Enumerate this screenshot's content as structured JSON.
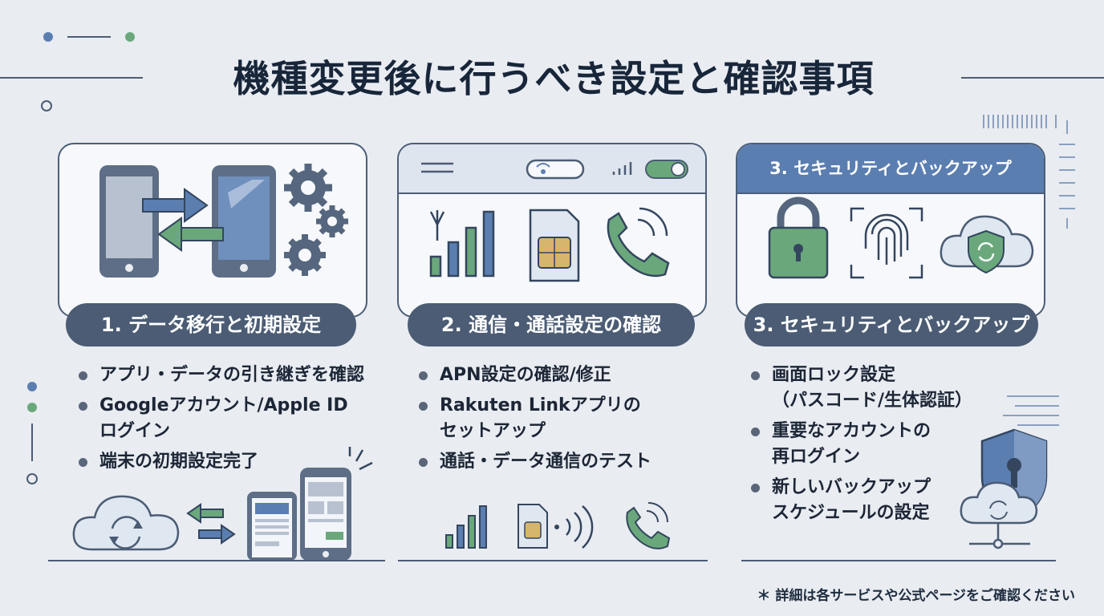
{
  "title": "機種変更後に行うべき設定と確認事項",
  "sections": [
    {
      "pill_label": "1. データ移行と初期設定",
      "bullets": [
        {
          "lines": [
            "アプリ・データの引き継ぎを確認"
          ]
        },
        {
          "lines": [
            "Googleアカウント/Apple ID",
            "ログイン"
          ]
        },
        {
          "lines": [
            "端末の初期設定完了"
          ]
        }
      ],
      "icons": [
        "smartphone-icon",
        "arrow-right-icon",
        "arrow-left-icon",
        "gear-icon",
        "cloud-sync-icon",
        "smartphone-icon"
      ]
    },
    {
      "pill_label": "2. 通信・通話設定の確認",
      "bullets": [
        {
          "lines": [
            "APN設定の確認/修正"
          ]
        },
        {
          "lines": [
            "Rakuten Linkアプリの",
            "セットアップ"
          ]
        },
        {
          "lines": [
            "通話・データ通信のテスト"
          ]
        }
      ],
      "icons": [
        "signal-bars-icon",
        "sim-card-icon",
        "phone-call-icon",
        "wifi-toggle-icon"
      ]
    },
    {
      "header_label": "3. セキュリティとバックアップ",
      "pill_label": "3. セキュリティとバックアップ",
      "bullets": [
        {
          "lines": [
            "画面ロック設定",
            "（パスコード/生体認証）"
          ]
        },
        {
          "lines": [
            "重要なアカウントの",
            "再ログイン"
          ]
        },
        {
          "lines": [
            "新しいバックアップ",
            "スケジュールの設定"
          ]
        }
      ],
      "icons": [
        "padlock-icon",
        "fingerprint-icon",
        "cloud-shield-icon",
        "shield-keyhole-icon"
      ]
    }
  ],
  "footnote": "＊ 詳細は各サービスや公式ページをご確認ください",
  "colors": {
    "navy": "#4b5c74",
    "blue": "#5b7eb1",
    "green": "#6aa87c",
    "background": "#e9ecf1"
  }
}
